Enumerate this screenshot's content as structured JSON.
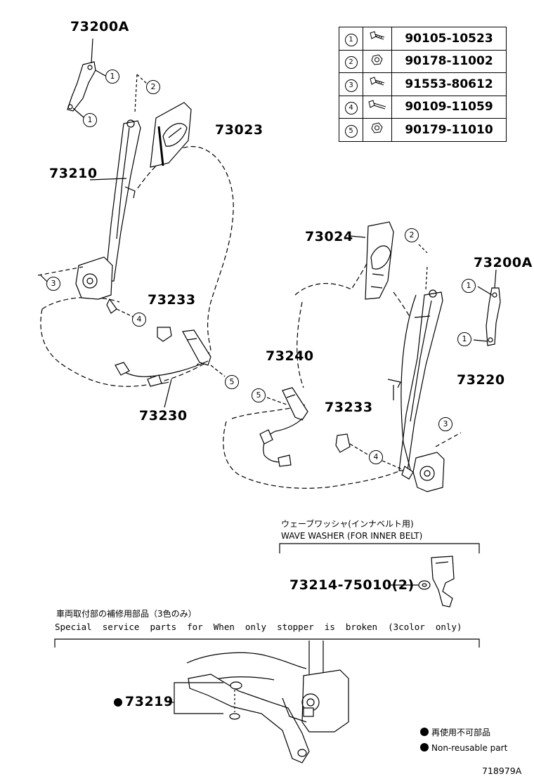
{
  "part_labels": {
    "p73200a_left": "73200A",
    "p73023": "73023",
    "p73210": "73210",
    "p73233_left": "73233",
    "p73230": "73230",
    "p73024": "73024",
    "p73200a_right": "73200A",
    "p73240": "73240",
    "p73233_right": "73233",
    "p73220": "73220",
    "p73214": "73214-75010(2)",
    "p73219": "73219"
  },
  "fastener_table": [
    {
      "ref": "1",
      "icon": "bolt-icon",
      "part_no": "90105-10523"
    },
    {
      "ref": "2",
      "icon": "nut-icon",
      "part_no": "90178-11002"
    },
    {
      "ref": "3",
      "icon": "bolt-icon",
      "part_no": "91553-80612"
    },
    {
      "ref": "4",
      "icon": "long-bolt-icon",
      "part_no": "90109-11059"
    },
    {
      "ref": "5",
      "icon": "nut-icon",
      "part_no": "90179-11010"
    }
  ],
  "callouts": {
    "c1": "1",
    "c2": "2",
    "c3": "3",
    "c4": "4",
    "c5": "5"
  },
  "notes": {
    "wave_washer_jp": "ウェーブワッシャ(インナベルト用)",
    "wave_washer_en": "WAVE WASHER (FOR INNER BELT)",
    "special_jp": "車両取付部の補修用部品（3色のみ）",
    "special_en": "Special  service  parts  for  When  only  stopper  is  broken  (3color  only)"
  },
  "legend": {
    "jp": "再使用不可部品",
    "en": "Non-reusable part"
  },
  "illustration_id": "718979A"
}
